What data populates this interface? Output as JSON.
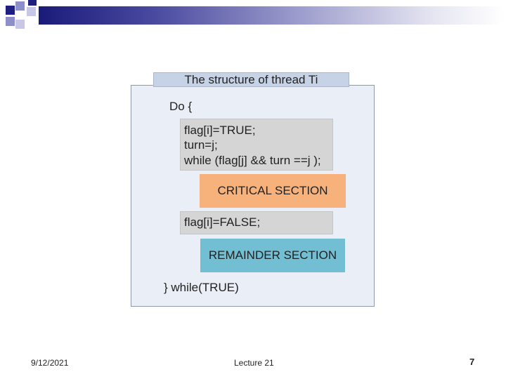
{
  "diagram": {
    "title": "The structure of thread Ti",
    "do_open": "Do {",
    "entry_code": [
      "flag[i]=TRUE;",
      "turn=j;",
      "while (flag[j] && turn ==j );"
    ],
    "critical_section": "CRITICAL SECTION",
    "exit_code": "flag[i]=FALSE;",
    "remainder_section": "REMAINDER SECTION",
    "do_close": "}  while(TRUE)"
  },
  "footer": {
    "date": "9/12/2021",
    "center": "Lecture 21",
    "page": "7"
  },
  "colors": {
    "critical": "#f7b27c",
    "remainder": "#72bfd3",
    "code_block": "#d5d5d5",
    "frame": "#e9eef7",
    "title_bar": "#c6d3e6"
  }
}
